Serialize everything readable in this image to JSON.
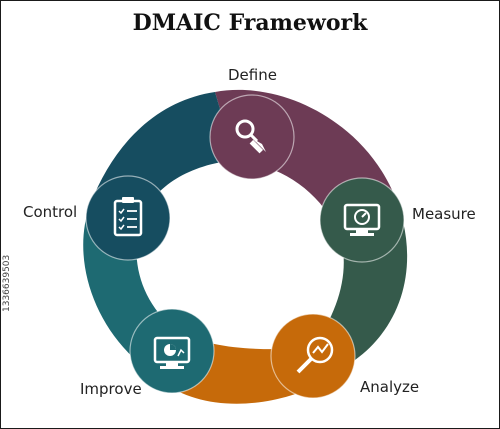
{
  "title": "DMAIC Framework",
  "stages": [
    {
      "label": "Define",
      "icon": "magnifier-pencil-icon",
      "color": "#6d3b55"
    },
    {
      "label": "Measure",
      "icon": "monitor-gauge-icon",
      "color": "#355a4b"
    },
    {
      "label": "Analyze",
      "icon": "magnifier-chart-icon",
      "color": "#c66a0a"
    },
    {
      "label": "Improve",
      "icon": "monitor-chart-icon",
      "color": "#1e6a72"
    },
    {
      "label": "Control",
      "icon": "checklist-clipboard-icon",
      "color": "#164d60"
    }
  ],
  "side_id": "1336639503"
}
